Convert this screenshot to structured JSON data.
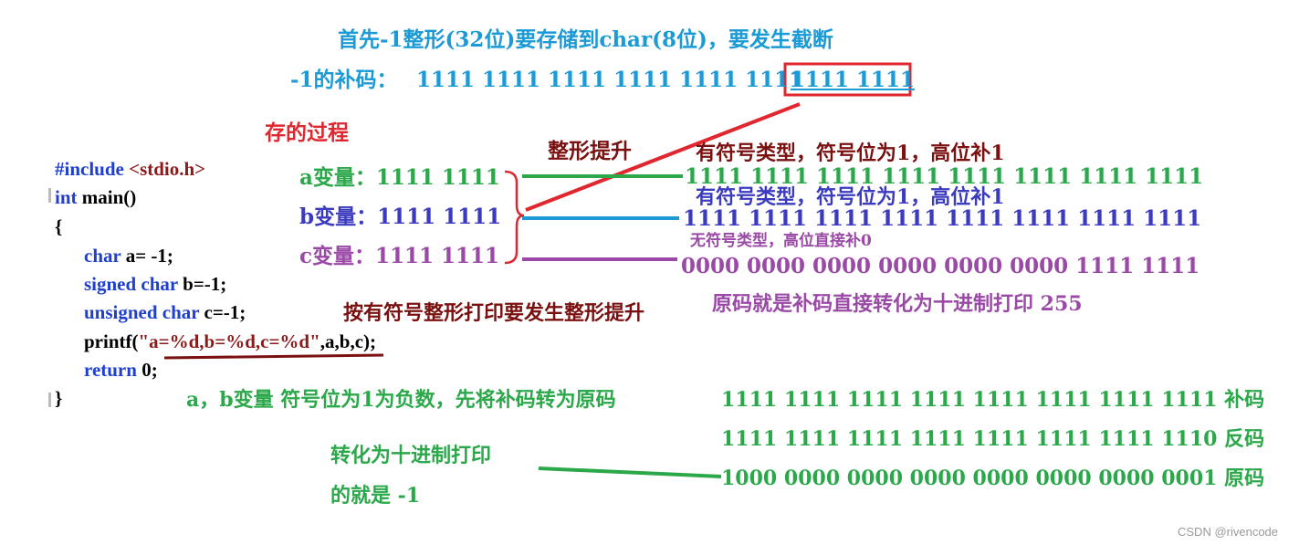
{
  "header": {
    "title": "首先-1整形(32位)要存储到char(8位)，要发生截断",
    "complement_label": "-1的补码：",
    "complement_high": "1111 1111 1111 1111 1111 1111",
    "complement_low": "1111 1111"
  },
  "store_process_label": "存的过程",
  "integer_promotion_label": "整形提升",
  "code": {
    "include_kw": "#include",
    "include_hdr": "<stdio.h>",
    "int_kw": "int",
    "main_sig": " main()",
    "open_brace": "{",
    "line_a_type": "char",
    "line_a_rest": " a= -1;",
    "line_b_type": "signed char",
    "line_b_rest": " b=-1;",
    "line_c_type": "unsigned char",
    "line_c_rest": " c=-1;",
    "printf_open": "printf(",
    "printf_fmt": "\"a=%d,b=%d,c=%d\"",
    "printf_args": ",a,b,c);",
    "return_kw": "return",
    "return_val": " 0;",
    "close_brace": "}"
  },
  "vars": {
    "a_label": "a变量：1111 1111",
    "b_label": "b变量：1111 1111",
    "c_label": "c变量：1111 1111"
  },
  "promotion": {
    "signed_note_1": "有符号类型，符号位为1，高位补1",
    "a_bits": "1111 1111 1111 1111 1111 1111 1111 1111",
    "signed_note_2": "有符号类型，符号位为1，高位补1",
    "b_bits": "1111 1111 1111 1111 1111 1111 1111 1111",
    "unsigned_note": "无符号类型，高位直接补0",
    "c_bits": "0000 0000 0000 0000 0000 0000 1111 1111",
    "c_result": "原码就是补码直接转化为十进制打印 255"
  },
  "print_note": "按有符号整形打印要发生整形提升",
  "ab_note": "a，b变量 符号位为1为负数，先将补码转为原码",
  "conversion": {
    "row1": "1111 1111 1111 1111 1111 1111 1111 1111 补码",
    "row2": "1111 1111 1111 1111 1111 1111 1111 1110 反码",
    "row3": "1000 0000 0000 0000 0000 0000 0000 0001 原码"
  },
  "decimal_note_1": "转化为十进制打印",
  "decimal_note_2": "的就是 -1",
  "watermark": "CSDN @rivencode",
  "colors": {
    "cyan": "#1b9ad6",
    "red": "#e0262e",
    "green": "#2ba84a",
    "darkred": "#7a1010",
    "blue": "#3b3bbf",
    "purple": "#9a4aa6",
    "navy": "#1f3fd0"
  }
}
